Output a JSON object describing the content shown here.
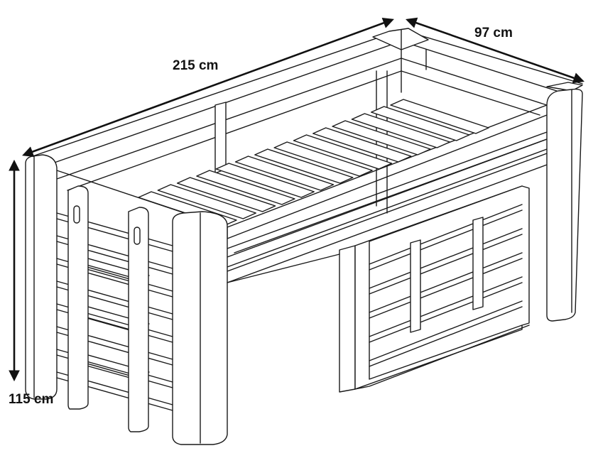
{
  "dimensions": {
    "length": "215 cm",
    "depth": "97 cm",
    "height": "115 cm"
  },
  "counts": {
    "mattress_slats": 14,
    "shelf_boards": 5,
    "ladder_steps": 3
  }
}
